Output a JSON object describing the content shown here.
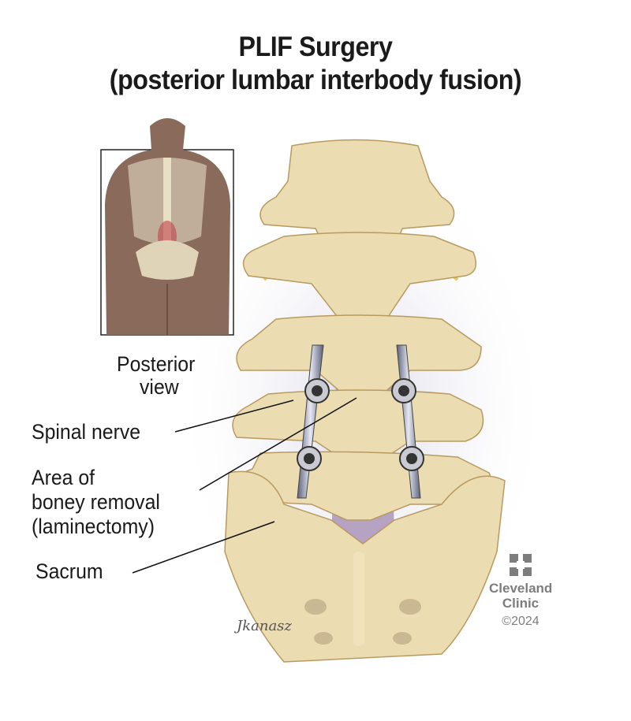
{
  "title": {
    "line1": "PLIF Surgery",
    "line2": "(posterior lumbar interbody fusion)"
  },
  "inset": {
    "label_line1": "Posterior",
    "label_line2": "view"
  },
  "labels": {
    "spinal_nerve": "Spinal nerve",
    "removal_line1": "Area of",
    "removal_line2": "boney removal",
    "removal_line3": "(laminectomy)",
    "sacrum": "Sacrum"
  },
  "logo": {
    "line1": "Cleveland",
    "line2": "Clinic",
    "copyright": "©2024"
  },
  "signature": "Jkanasz",
  "colors": {
    "bone": "#ecdcb2",
    "bone_shade": "#c9b07a",
    "canal": "#b6a3c4",
    "nerve": "#e8c94a",
    "rod": "#9ea3b8",
    "skin": "#8a6a5a",
    "logo": "#7d7d7d"
  }
}
